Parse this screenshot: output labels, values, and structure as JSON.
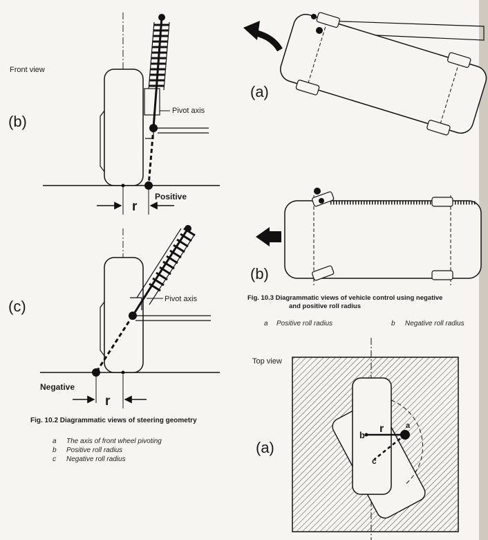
{
  "page_edge_color": "#cfcac0",
  "left": {
    "front_view_label": "Front view",
    "panel_b": {
      "letter": "(b)",
      "pivot_label": "Pivot axis",
      "roll_label": "Positive",
      "r_label": "r"
    },
    "panel_c": {
      "letter": "(c)",
      "pivot_label": "Pivot axis",
      "roll_label": "Negative",
      "r_label": "r"
    },
    "figure": {
      "caption": "Fig. 10.2 Diagrammatic views of steering geometry",
      "legend": [
        {
          "key": "a",
          "text": "The axis of front wheel pivoting"
        },
        {
          "key": "b",
          "text": "Positive roll radius"
        },
        {
          "key": "c",
          "text": "Negative roll radius"
        }
      ]
    }
  },
  "right": {
    "panel_a": {
      "letter": "(a)"
    },
    "panel_b": {
      "letter": "(b)"
    },
    "figure": {
      "caption_line1": "Fig. 10.3 Diagrammatic views of vehicle control using negative",
      "caption_line2": "and positive roll radius",
      "legend": [
        {
          "key": "a",
          "text": "Positive roll radius"
        },
        {
          "key": "b",
          "text": "Negative roll radius"
        }
      ]
    },
    "top_view": {
      "label": "Top view",
      "letter": "(a)",
      "r_label": "r",
      "point_a": "a",
      "point_b": "b",
      "point_c": "c"
    }
  }
}
